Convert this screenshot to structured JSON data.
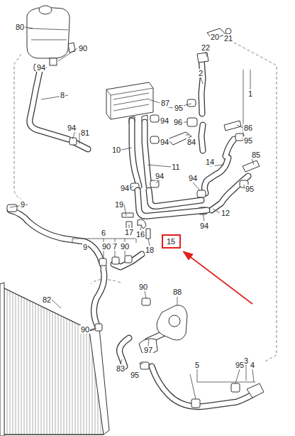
{
  "diagram": {
    "nodes": [
      {
        "text": [
          "15"
        ]
      }
    ],
    "labels": [
      "80",
      "90",
      "20",
      "21",
      "22",
      "94",
      "2",
      "1",
      "87",
      "95",
      "8",
      "94",
      "96",
      "86",
      "94",
      "81",
      "94",
      "84",
      "95",
      "10",
      "85",
      "11",
      "14",
      "94",
      "94",
      "94",
      "95",
      "9",
      "19",
      "12",
      "94",
      "6",
      "17",
      "16",
      "9",
      "90",
      "7",
      "90",
      "18",
      "90",
      "88",
      "82",
      "90",
      "97",
      "3",
      "83",
      "95",
      "5",
      "95",
      "4"
    ]
  }
}
